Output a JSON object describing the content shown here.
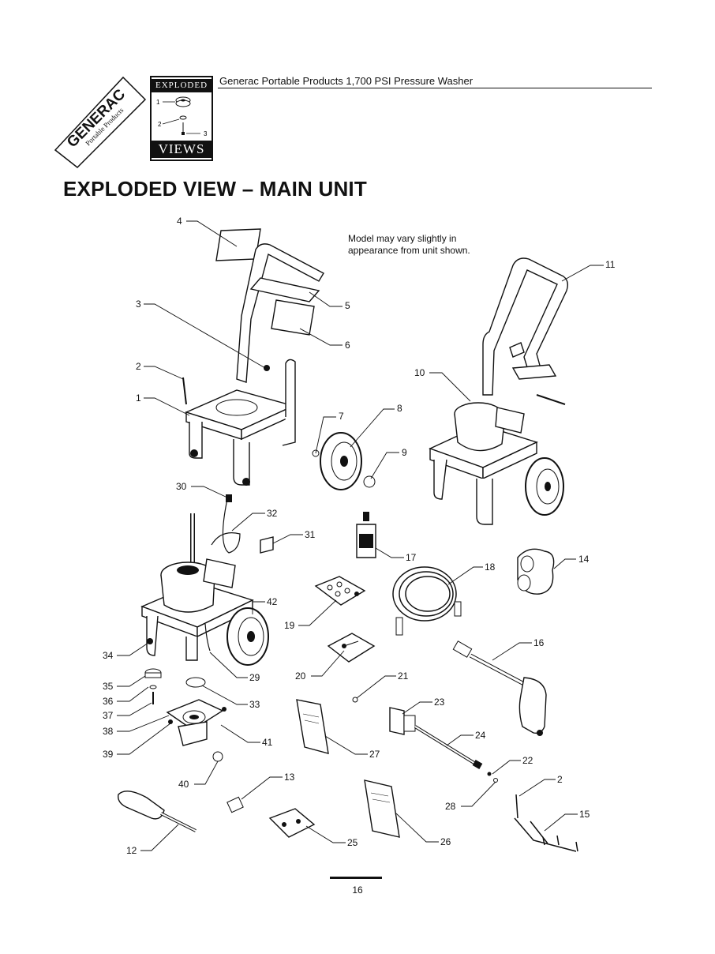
{
  "header": {
    "brand": "GENERAC",
    "brand_sub": "Portable Products",
    "badge_top": "EXPLODED",
    "badge_bottom": "VIEWS",
    "badge_callouts": [
      "1",
      "2",
      "3"
    ],
    "title": "Generac Portable Products 1,700 PSI Pressure Washer"
  },
  "heading": "EXPLODED VIEW – MAIN UNIT",
  "note": "Model may vary slightly in appearance from unit shown.",
  "callouts": [
    "4",
    "11",
    "5",
    "3",
    "6",
    "2",
    "10",
    "1",
    "7",
    "8",
    "9",
    "30",
    "32",
    "31",
    "17",
    "18",
    "14",
    "42",
    "19",
    "34",
    "16",
    "29",
    "20",
    "21",
    "35",
    "33",
    "36",
    "23",
    "37",
    "38",
    "41",
    "39",
    "24",
    "27",
    "22",
    "40",
    "13",
    "2",
    "28",
    "15",
    "12",
    "25",
    "26"
  ],
  "page_number": "16",
  "colors": {
    "ink": "#111111",
    "paper": "#ffffff"
  }
}
